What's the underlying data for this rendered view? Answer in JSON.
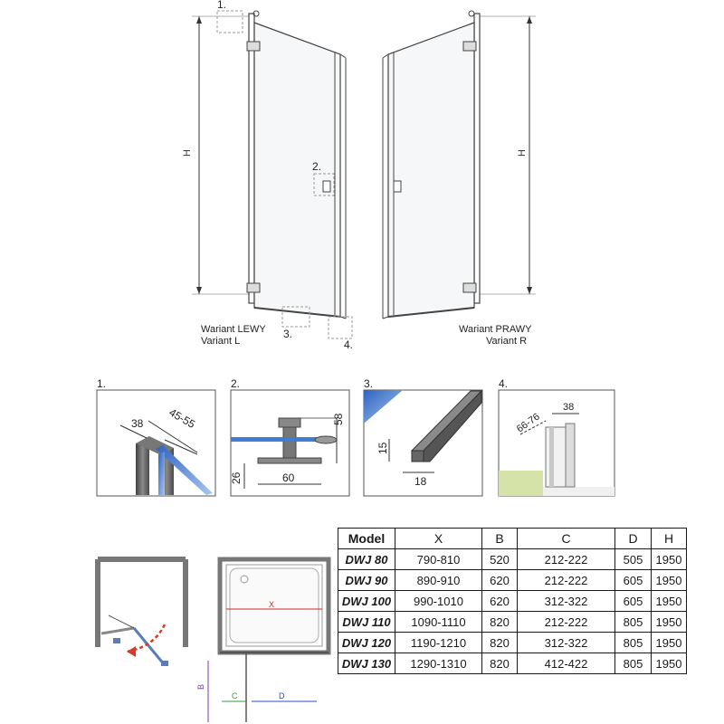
{
  "top": {
    "left_callout_1": "1.",
    "left_callout_2": "2.",
    "left_callout_3": "3.",
    "left_callout_4": "4.",
    "left_h": "H",
    "right_h": "H",
    "left_variant_line1": "Wariant LEWY",
    "left_variant_line2": "Variant L",
    "right_variant_line1": "Wariant PRAWY",
    "right_variant_line2": "Variant R"
  },
  "details": {
    "d1": {
      "label": "1.",
      "dim_a": "38",
      "dim_b": "45-55"
    },
    "d2": {
      "label": "2.",
      "dim_height": "58",
      "dim_base": "26",
      "dim_width": "60"
    },
    "d3": {
      "label": "3.",
      "dim_height": "15",
      "dim_width": "18"
    },
    "d4": {
      "label": "4.",
      "dim_range": "66-76",
      "dim_width": "38"
    }
  },
  "plan": {
    "x_label": "X",
    "b_label": "B",
    "c_label": "C",
    "d_label": "D"
  },
  "table": {
    "headers": [
      "Model",
      "X",
      "B",
      "C",
      "D",
      "H"
    ],
    "rows": [
      [
        "DWJ 80",
        "790-810",
        "520",
        "212-222",
        "505",
        "1950"
      ],
      [
        "DWJ 90",
        "890-910",
        "620",
        "212-222",
        "605",
        "1950"
      ],
      [
        "DWJ 100",
        "990-1010",
        "620",
        "312-322",
        "605",
        "1950"
      ],
      [
        "DWJ 110",
        "1090-1110",
        "820",
        "212-222",
        "805",
        "1950"
      ],
      [
        "DWJ 120",
        "1190-1210",
        "820",
        "312-322",
        "805",
        "1950"
      ],
      [
        "DWJ 130",
        "1290-1310",
        "820",
        "412-422",
        "805",
        "1950"
      ]
    ]
  },
  "colors": {
    "x": "#cc2b2b",
    "b": "#7a3aa6",
    "c": "#3a9a3a",
    "d": "#2a4fc8",
    "glass": "#3d7fd0",
    "frame": "#555555",
    "arrow": "#d83a2a"
  }
}
